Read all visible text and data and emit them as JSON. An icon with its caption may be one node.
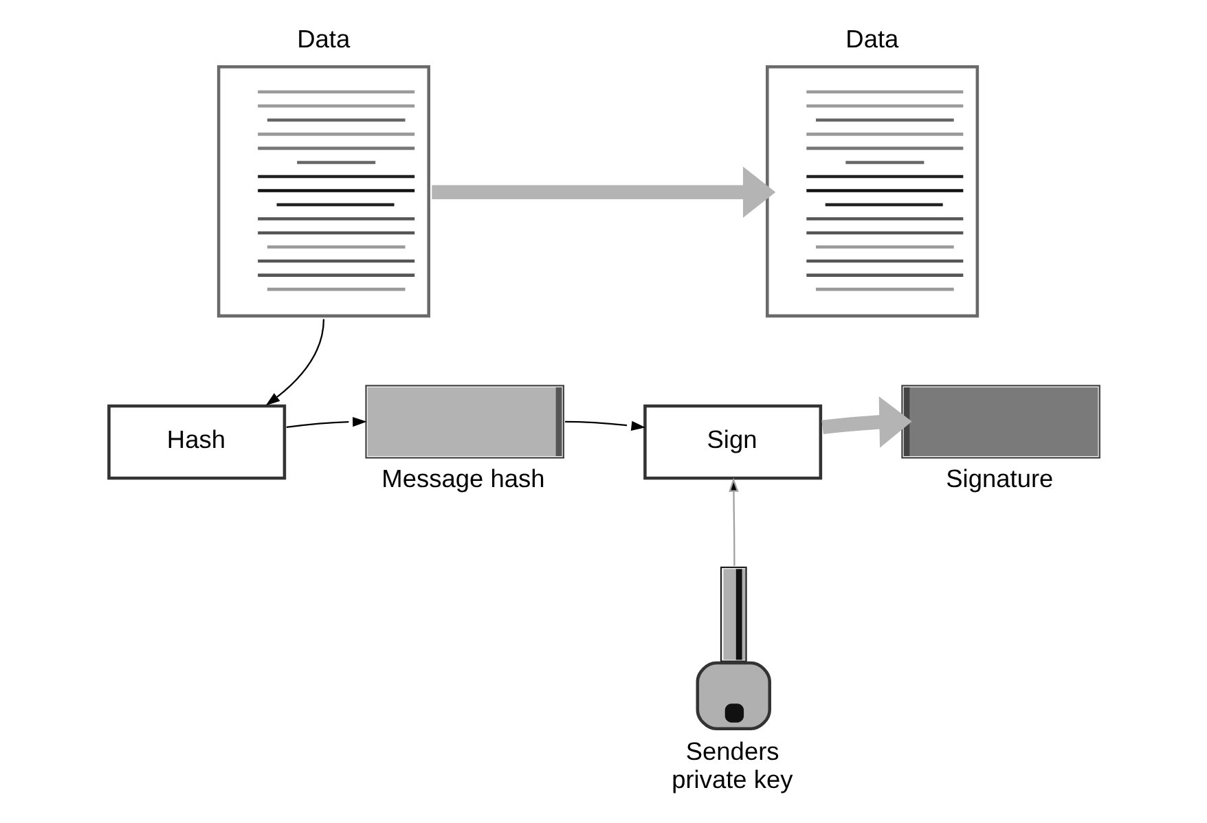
{
  "diagram": {
    "nodes": [
      {
        "text": [
          "Data"
        ]
      },
      {
        "text": [
          "Data"
        ]
      },
      {
        "text": [
          "Hash"
        ]
      },
      {
        "text": [
          "Message hash"
        ]
      },
      {
        "text": [
          "Sign"
        ]
      },
      {
        "text": [
          "Signature"
        ]
      },
      {
        "text": [],
        "shape": "picture",
        "beside": [
          "Senders private key"
        ]
      }
    ],
    "edges": [
      {
        "from": 0,
        "to": 1,
        "arrow": "to",
        "style": "thick",
        "color": "#b4b4b4"
      },
      {
        "from": 0,
        "to": 2,
        "arrow": "to"
      },
      {
        "from": 2,
        "to": 3,
        "arrow": "to"
      },
      {
        "from": 3,
        "to": 4,
        "arrow": "to"
      },
      {
        "from": 4,
        "to": 5,
        "arrow": "to",
        "style": "thick",
        "color": "#b4b4b4"
      },
      {
        "from": 6,
        "to": 4,
        "arrow": "to",
        "color": "#a0a0a0"
      }
    ]
  }
}
